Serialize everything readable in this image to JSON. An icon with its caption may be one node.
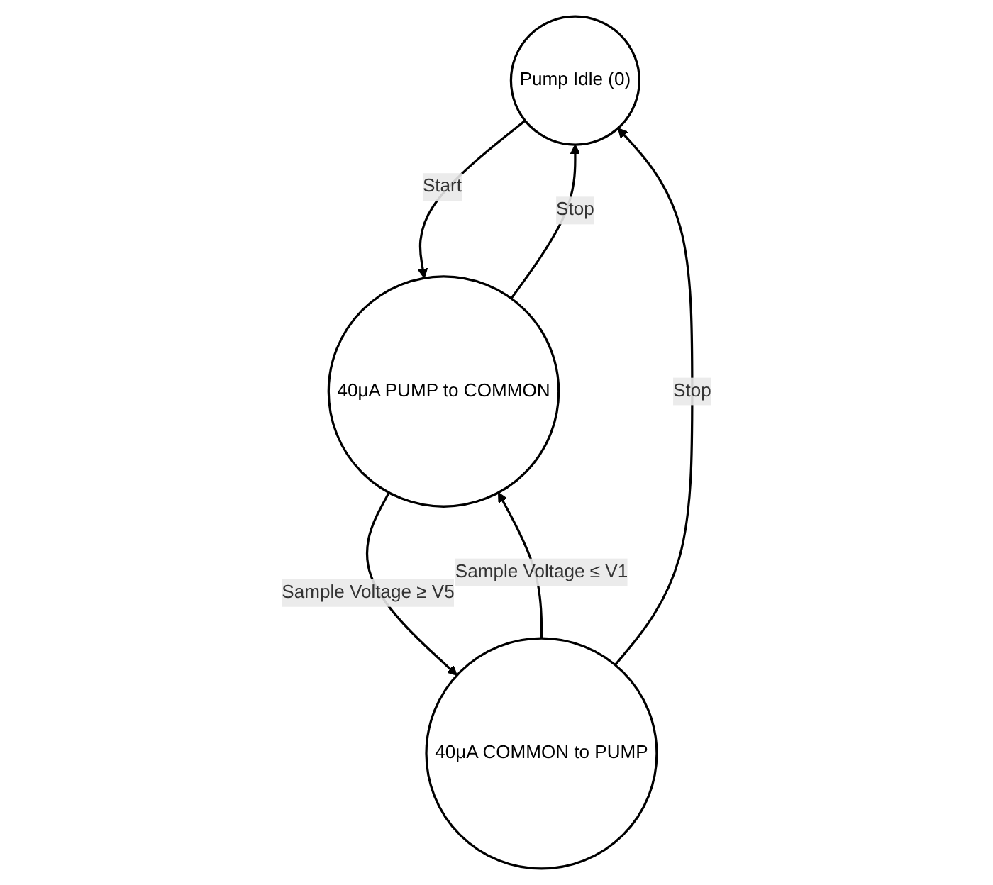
{
  "diagram": {
    "nodes": [
      {
        "text": [
          "Pump Idle (0)"
        ]
      },
      {
        "text": [
          "40μA COMMON to PUMP"
        ]
      },
      {
        "text": [
          "40μA PUMP to COMMON"
        ]
      }
    ],
    "edges": [
      {
        "from": 0,
        "to": 2,
        "arrow": "to",
        "label": "Start"
      },
      {
        "from": 2,
        "to": 0,
        "arrow": "to",
        "label": "Stop"
      },
      {
        "from": 1,
        "to": 0,
        "arrow": "to",
        "label": "Stop"
      },
      {
        "from": 2,
        "to": 1,
        "arrow": "to",
        "label": "Sample Voltage ≥ V5"
      },
      {
        "from": 1,
        "to": 2,
        "arrow": "to",
        "label": "Sample Voltage ≤ V1"
      }
    ]
  }
}
